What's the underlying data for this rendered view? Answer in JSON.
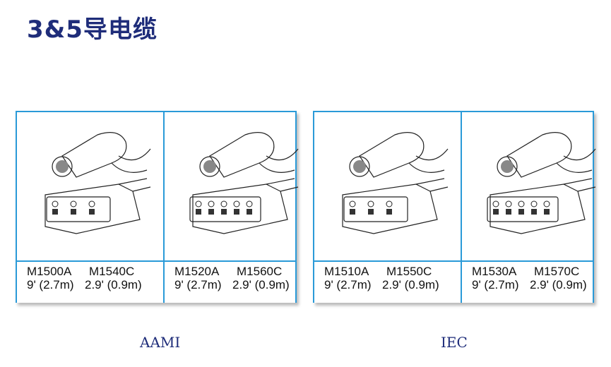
{
  "title": "3&5导电缆",
  "panels": [
    {
      "caption": "AAMI",
      "cables": [
        {
          "model_a": "M1500A",
          "len_a": "9' (2.7m)",
          "model_b": "M1540C",
          "len_b": "2.9' (0.9m)",
          "leads": 3
        },
        {
          "model_a": "M1520A",
          "len_a": "9' (2.7m)",
          "model_b": "M1560C",
          "len_b": "2.9' (0.9m)",
          "leads": 5
        }
      ]
    },
    {
      "caption": "IEC",
      "cables": [
        {
          "model_a": "M1510A",
          "len_a": "9' (2.7m)",
          "model_b": "M1550C",
          "len_b": "2.9' (0.9m)",
          "leads": 3
        },
        {
          "model_a": "M1530A",
          "len_a": "9' (2.7m)",
          "model_b": "M1570C",
          "len_b": "2.9' (0.9m)",
          "leads": 5
        }
      ]
    }
  ],
  "colors": {
    "border": "#2a9ad8",
    "title": "#1f2d7a"
  }
}
